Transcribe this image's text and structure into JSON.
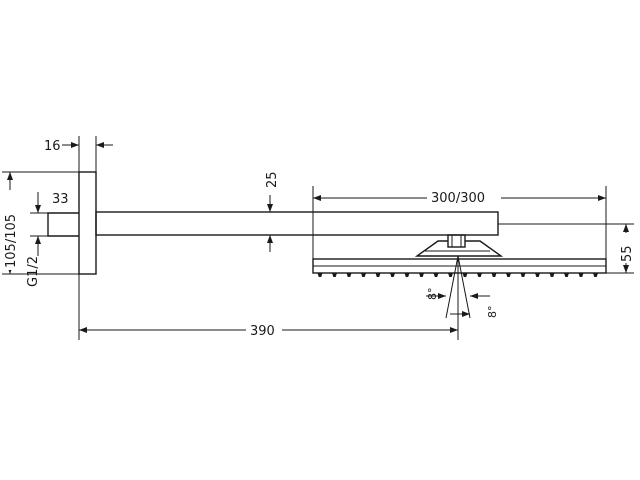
{
  "dimensions": {
    "flange_thickness": "16",
    "arm_height": "33",
    "arm_thickness": "25",
    "head_size": "300/300",
    "flange_size": "105/105",
    "thread": "G1/2",
    "head_height": "55",
    "projection": "390",
    "tilt_angle_a": "8°",
    "tilt_angle_b": "8°"
  },
  "colors": {
    "ink": "#1a1a1a",
    "background": "#ffffff"
  }
}
